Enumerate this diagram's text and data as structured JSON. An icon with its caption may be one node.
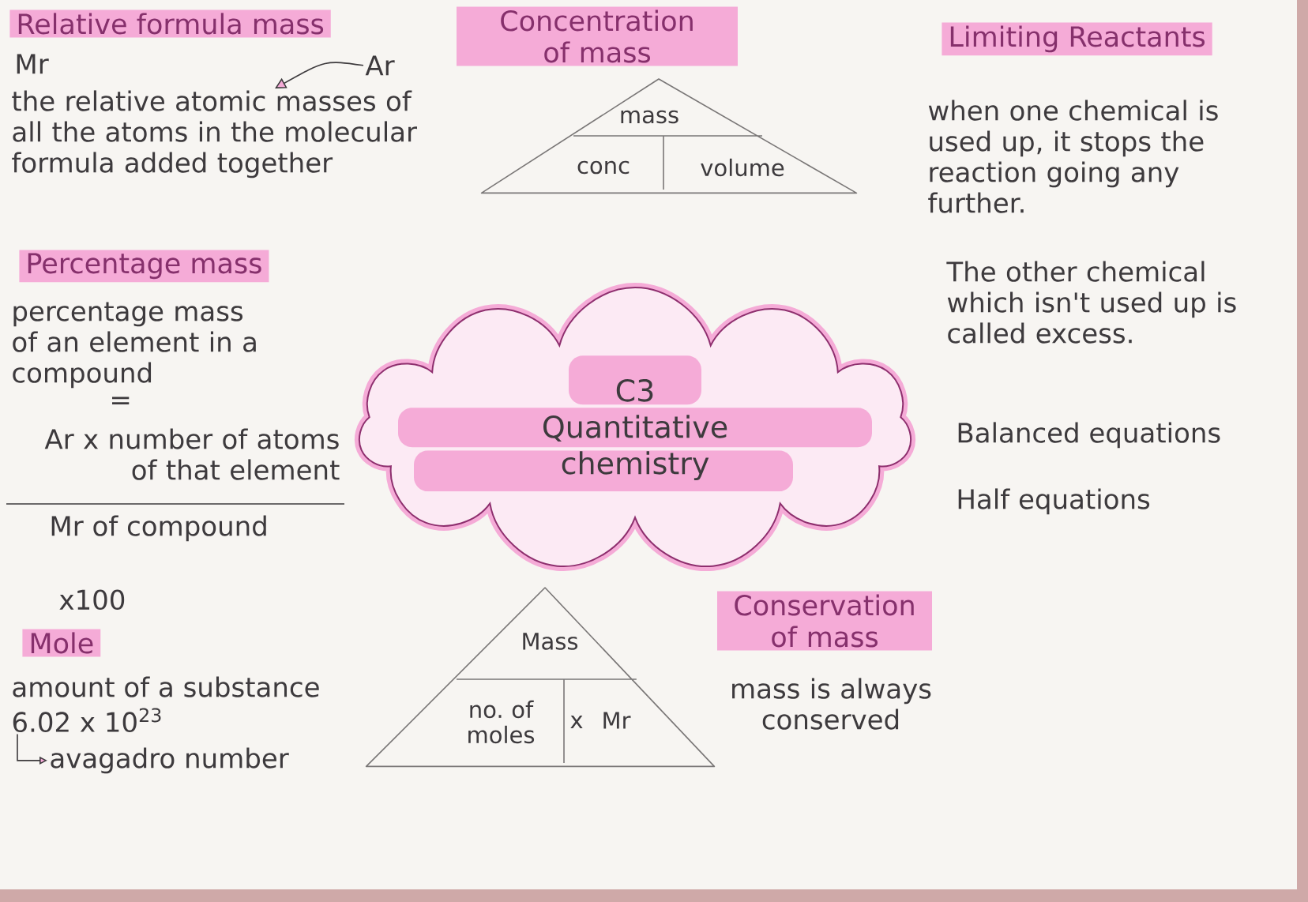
{
  "diagram": {
    "nodes": [
      {
        "text": [
          "Relative formula mass"
        ]
      },
      {
        "text": [
          "Ar"
        ]
      },
      {
        "text": [
          "the relative atomic masses of all the atoms in the molecular formula added together"
        ]
      },
      {
        "text": [
          "Percentage mass"
        ]
      },
      {
        "text": [
          "Mole"
        ]
      },
      {
        "text": [
          "6.02 x 10$^{23}$"
        ]
      },
      {
        "text": [
          "avagadro number"
        ]
      },
      {
        "text": [
          "Concentration of mass"
        ]
      },
      {
        "text": [
          "mass",
          "conc",
          "volume"
        ]
      },
      {
        "text": [
          "C3",
          "Quantitative chemistry"
        ]
      },
      {
        "text": [
          "Mass",
          "no. of moles",
          "x",
          "Mr"
        ]
      },
      {
        "text": [
          "Conservation of mass"
        ]
      },
      {
        "text": [
          "Limiting Reactants"
        ]
      }
    ],
    "edges": [
      {
        "from": 1,
        "to": 2,
        "arrow": "to"
      },
      {
        "from": 5,
        "to": 6,
        "arrow": "to"
      }
    ],
    "labels": [
      "Mr",
      "percentage mass of an element in a compound",
      "=",
      "Ar x number of atoms of that element",
      "Mr of compound",
      "x100",
      "amount of a substance",
      "mass is always conserved",
      "when one chemical is used up, it stops the reaction going any further.",
      "The other chemical which isn't used up is called excess.",
      "Balanced equations",
      "Half equations"
    ]
  }
}
